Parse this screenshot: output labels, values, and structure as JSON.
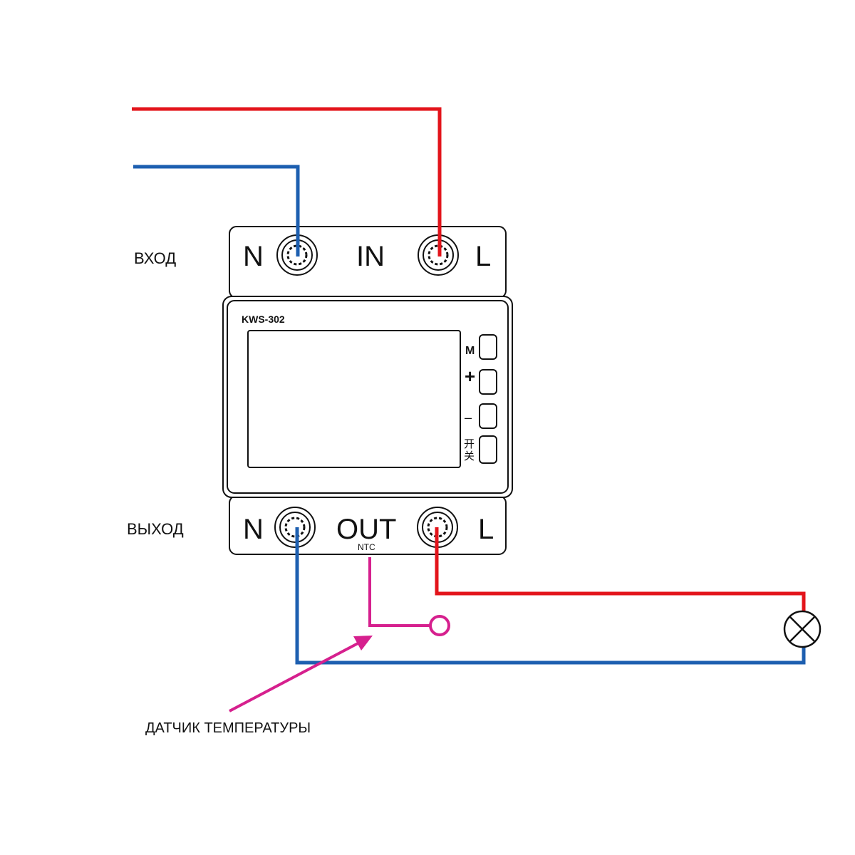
{
  "device": {
    "model": "KWS-302",
    "top_label": "IN",
    "bottom_label": "OUT",
    "ntc_label": "NTC",
    "terminal_n": "N",
    "terminal_l": "L",
    "buttons": [
      {
        "label": "M"
      },
      {
        "label": "+"
      },
      {
        "label": "–"
      },
      {
        "label": "开\n关"
      }
    ]
  },
  "labels": {
    "input": "ВХОД",
    "output": "ВЫХОД",
    "sensor": "ДАТЧИК ТЕМПЕРАТУРЫ"
  },
  "colors": {
    "live": "#e3141b",
    "neutral": "#1d5fb0",
    "sensor": "#d6208e",
    "outline": "#111111"
  }
}
